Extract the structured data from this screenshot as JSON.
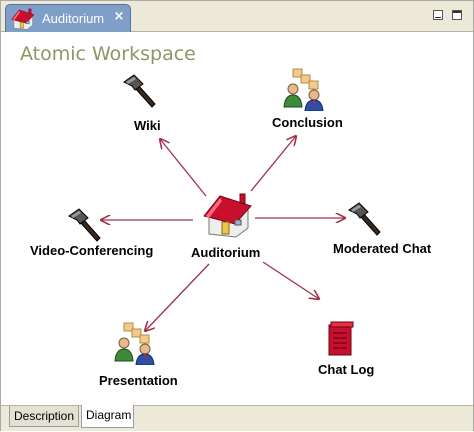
{
  "window": {
    "tab_label": "Auditorium",
    "tab_close": "×",
    "tab_icon": "house-icon"
  },
  "workspace": {
    "title": "Atomic Workspace"
  },
  "diagram": {
    "center": {
      "label": "Auditorium",
      "icon": "house-icon"
    },
    "nodes": {
      "wiki": {
        "label": "Wiki",
        "icon": "hammer-icon"
      },
      "conclusion": {
        "label": "Conclusion",
        "icon": "people-icon"
      },
      "video": {
        "label": "Video-Conferencing",
        "icon": "hammer-icon"
      },
      "moderated": {
        "label": "Moderated Chat",
        "icon": "hammer-icon"
      },
      "presentation": {
        "label": "Presentation",
        "icon": "people-icon"
      },
      "chatlog": {
        "label": "Chat Log",
        "icon": "document-icon"
      }
    },
    "edge_color": "#a0304a"
  },
  "bottom_tabs": {
    "description": "Description",
    "diagram": "Diagram"
  },
  "colors": {
    "tab_active": "#7f9fc8",
    "title_green": "#8a9868",
    "chrome": "#ece9d8"
  }
}
